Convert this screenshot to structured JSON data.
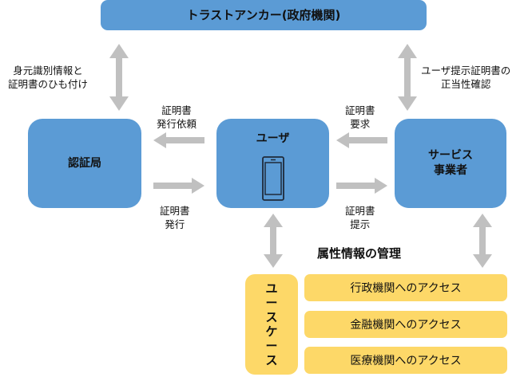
{
  "nodes": {
    "trust_anchor": "トラストアンカー(政府機関)",
    "certificate_authority": "認証局",
    "user": "ユーザ",
    "service_provider_line1": "サービス",
    "service_provider_line2": "事業者"
  },
  "edge_labels": {
    "ca_trust_line1": "身元識別情報と",
    "ca_trust_line2": "証明書のひも付け",
    "sp_trust_line1": "ユーザ提示証明書の",
    "sp_trust_line2": "正当性確認",
    "issue_request_line1": "証明書",
    "issue_request_line2": "発行依頼",
    "issue_line1": "証明書",
    "issue_line2": "発行",
    "cert_request_line1": "証明書",
    "cert_request_line2": "要求",
    "cert_present_line1": "証明書",
    "cert_present_line2": "提示"
  },
  "attributes": {
    "title": "属性情報の管理"
  },
  "use_cases": {
    "label_chars": [
      "ユ",
      "ー",
      "ス",
      "ケ",
      "ー",
      "ス"
    ],
    "items": [
      "行政機関へのアクセス",
      "金融機関へのアクセス",
      "医療機関へのアクセス"
    ]
  },
  "icons": {
    "user_device": "smartphone-icon"
  },
  "colors": {
    "node_blue": "#5b9bd5",
    "usecase_yellow": "#fdd868",
    "arrow_gray": "#c0c0c0"
  }
}
